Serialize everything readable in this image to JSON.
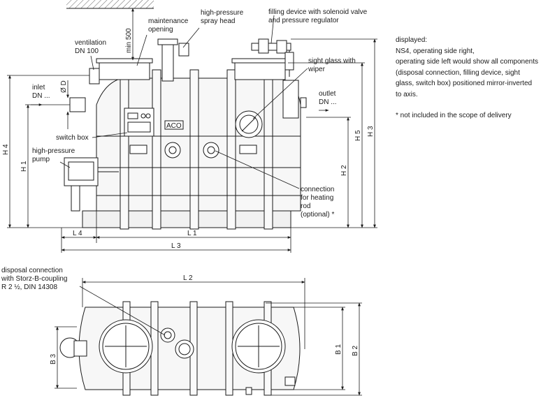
{
  "labels": {
    "maintenance": [
      "maintenance",
      "opening"
    ],
    "spray_head": [
      "high-pressure",
      "spray head"
    ],
    "filling": [
      "filling device with solenoid valve",
      "and pressure regulator"
    ],
    "ventilation": [
      "ventilation",
      "DN 100"
    ],
    "min500": "min 500",
    "dia": "Ø D",
    "inlet": [
      "inlet",
      "DN ..."
    ],
    "outlet": [
      "outlet",
      "DN ..."
    ],
    "sight_glass": [
      "sight glass with",
      "wiper"
    ],
    "switch_box": "switch box",
    "hp_pump": [
      "high-pressure",
      "pump"
    ],
    "heating_rod": [
      "connection",
      "for heating",
      "rod",
      "(optional) *"
    ],
    "disposal": [
      "disposal connection",
      "with Storz-B-coupling",
      "R 2 ½, DIN 14308"
    ],
    "brand": "ACO"
  },
  "dimensions": {
    "H1": "H 1",
    "H2": "H 2",
    "H3": "H 3",
    "H4": "H 4",
    "H5": "H 5",
    "L1": "L 1",
    "L2": "L 2",
    "L3": "L 3",
    "L4": "L 4",
    "B1": "B 1",
    "B2": "B 2",
    "B3": "B 3"
  },
  "note": {
    "title": "displayed:",
    "line1": "NS4, operating side right,",
    "line2": "operating side left would show all components (disposal connection, filling device, sight glass, switch box) positioned mirror-inverted to axis.",
    "footnote": "* not included in the scope of delivery"
  }
}
